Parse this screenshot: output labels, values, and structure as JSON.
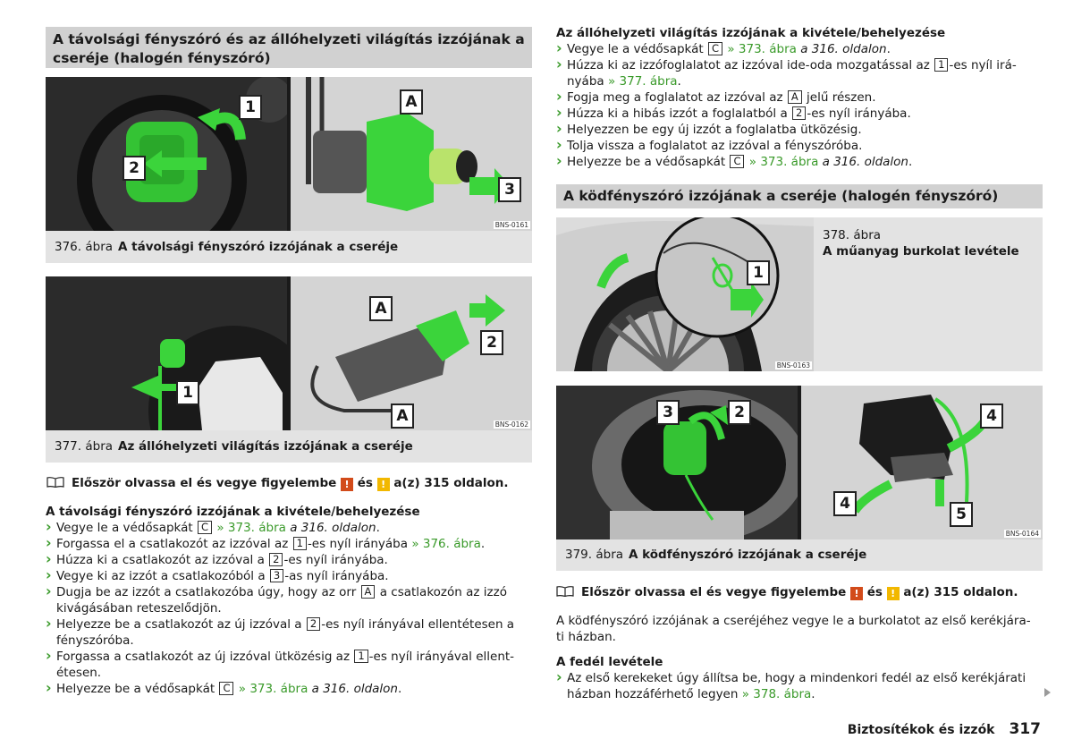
{
  "left": {
    "section_title": "A távolsági fényszóró és az állóhelyzeti világítás izzójának a cseréje (halogén fényszóró)",
    "fig376": {
      "number": "376. ábra",
      "title": "A távolsági fényszóró izzójának a cseréje",
      "code": "BNS-0161",
      "labels": [
        "1",
        "2",
        "A",
        "3"
      ]
    },
    "fig377": {
      "number": "377. ábra",
      "title": "Az állóhelyzeti világítás izzójának a cseréje",
      "code": "BNS-0162",
      "labels": [
        "1",
        "A",
        "2",
        "A"
      ]
    },
    "first_read": {
      "text1": "Először olvassa el és vegye figyelembe",
      "and": "és",
      "text2": "a(z) 315 oldalon.",
      "icon_red": "!",
      "icon_yellow": "!"
    },
    "subhead": "A távolsági fényszóró izzójának a kivétele/behelyezése",
    "steps": [
      {
        "a": "Vegye le a védősapkát",
        "box": "C",
        "link": "» 373. ábra",
        "it": "a 316. oldalon",
        "b": "."
      },
      {
        "a": "Forgassa el a csatlakozót az izzóval az",
        "box": "1",
        "b": "-es nyíl irányába",
        "link": "» 376. ábra",
        "c": "."
      },
      {
        "a": "Húzza ki a csatlakozót az izzóval a",
        "box": "2",
        "b": "-es nyíl irányába."
      },
      {
        "a": "Vegye ki az izzót a csatlakozóból a",
        "box": "3",
        "b": "-as nyíl irányába."
      },
      {
        "a": "Dugja be az izzót a csatlakozóba úgy, hogy az orr",
        "box": "A",
        "b": "a csatlakozón az izzó kivágásában reteszelődjön."
      },
      {
        "a": "Helyezze be a csatlakozót az új izzóval a",
        "box": "2",
        "b": "-es nyíl irányával ellentétesen a fényszóróba."
      },
      {
        "a": "Forgassa a csatlakozót az új izzóval ütközésig az",
        "box": "1",
        "b": "-es nyíl irányával ellent-",
        "c": "étesen."
      },
      {
        "a": "Helyezze be a védősapkát",
        "box": "C",
        "link": "» 373. ábra",
        "it": "a 316. oldalon",
        "b": "."
      }
    ]
  },
  "right": {
    "subhead": "Az állóhelyzeti világítás izzójának a kivétele/behelyezése",
    "steps": [
      {
        "a": "Vegye le a védősapkát",
        "box": "C",
        "link": "» 373. ábra",
        "it": "a 316. oldalon",
        "b": "."
      },
      {
        "a": "Húzza ki az izzófoglalatot az izzóval ide-oda mozgatással az",
        "box": "1",
        "b": "-es nyíl irá-",
        "c": "nyába",
        "link": "» 377. ábra",
        "d": "."
      },
      {
        "a": "Fogja meg a foglalatot az izzóval az",
        "box": "A",
        "b": "jelű részen."
      },
      {
        "a": "Húzza ki a hibás izzót a foglalatból a",
        "box": "2",
        "b": "-es nyíl irányába."
      },
      {
        "a": "Helyezzen be egy új izzót a foglalatba ütközésig."
      },
      {
        "a": "Tolja vissza a foglalatot az izzóval a fényszóróba."
      },
      {
        "a": "Helyezze be a védősapkát",
        "box": "C",
        "link": "» 373. ábra",
        "it": "a 316. oldalon",
        "b": "."
      }
    ],
    "section_title": "A ködfényszóró izzójának a cseréje (halogén fényszóró)",
    "fig378": {
      "number": "378. ábra",
      "title": "A műanyag burkolat levétele",
      "code": "BNS-0163",
      "labels": [
        "1"
      ]
    },
    "fig379": {
      "number": "379. ábra",
      "title": "A ködfényszóró izzójának a cseréje",
      "code": "BNS-0164",
      "labels": [
        "3",
        "2",
        "4",
        "4",
        "5"
      ]
    },
    "first_read": {
      "text1": "Először olvassa el és vegye figyelembe",
      "and": "és",
      "text2": "a(z) 315 oldalon.",
      "icon_red": "!",
      "icon_yellow": "!"
    },
    "para": "A ködfényszóró izzójának a cseréjéhez vegye le a burkolatot az első kerékjára-ti házban.",
    "para_l1": "A ködfényszóró izzójának a cseréjéhez vegye le a burkolatot az első kerékjára-",
    "para_l2": "ti házban.",
    "subhead2": "A fedél levétele",
    "step_last": {
      "a": "Az első kerekeket úgy állítsa be, hogy a mindenkori fedél az első kerékjárati",
      "b": "házban hozzáférhető legyen",
      "link": "» 378. ábra",
      "c": "."
    }
  },
  "footer": {
    "chapter": "Biztosítékok és izzók",
    "page": "317"
  },
  "colors": {
    "green": "#3a9a2a",
    "bulb_green": "#3bd43b",
    "header_gray": "#d1d1d1",
    "caption_gray": "#e3e3e3"
  }
}
